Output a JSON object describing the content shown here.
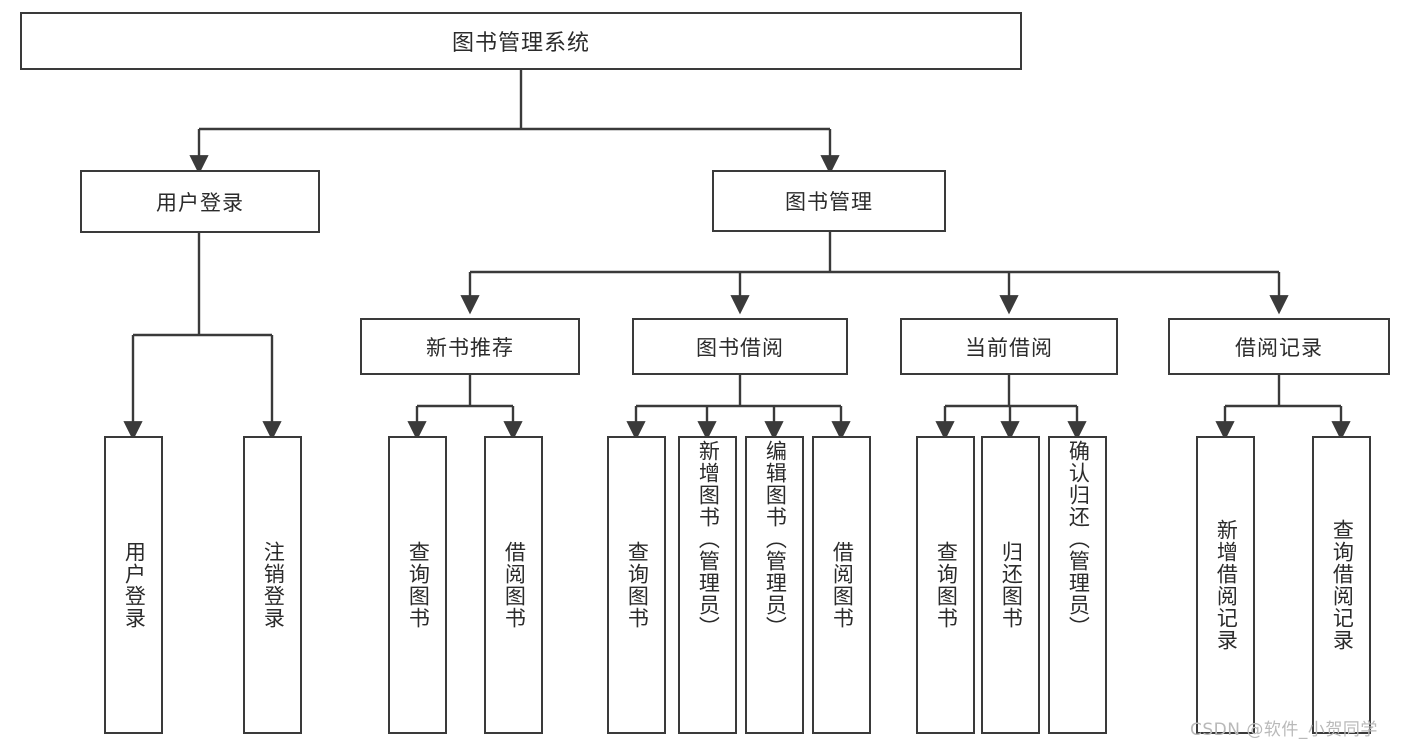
{
  "diagram": {
    "title": "图书管理系统",
    "type": "tree-hierarchy-diagram",
    "watermark": "CSDN @软件_小贺同学",
    "colors": {
      "stroke": "#3a3a3a",
      "text": "#2b2b2b",
      "background": "#ffffff",
      "watermark": "#b9b9b9"
    },
    "levels": {
      "level1": [
        "图书管理系统"
      ],
      "level2": [
        "用户登录",
        "图书管理"
      ],
      "level3": [
        "新书推荐",
        "图书借阅",
        "当前借阅",
        "借阅记录"
      ],
      "level4": [
        "用户登录",
        "注销登录",
        "查询图书",
        "借阅图书",
        "查询图书",
        "新增图书（管理员）",
        "编辑图书（管理员）",
        "借阅图书",
        "查询图书",
        "归还图书",
        "确认归还（管理员）",
        "新增借阅记录",
        "查询借阅记录"
      ]
    },
    "nodes": {
      "root": {
        "label": "图书管理系统"
      },
      "user_login": {
        "label": "用户登录"
      },
      "book_mgmt": {
        "label": "图书管理"
      },
      "new_book_rec": {
        "label": "新书推荐"
      },
      "book_borrow": {
        "label": "图书借阅"
      },
      "current_borrow": {
        "label": "当前借阅"
      },
      "borrow_record": {
        "label": "借阅记录"
      },
      "leaf_user_login": {
        "label": "用户登录"
      },
      "leaf_logout": {
        "label": "注销登录"
      },
      "leaf_query_book_1": {
        "label": "查询图书"
      },
      "leaf_borrow_book_1": {
        "label": "借阅图书"
      },
      "leaf_query_book_2": {
        "label": "查询图书"
      },
      "leaf_add_book": {
        "label": "新增图书（管理员）"
      },
      "leaf_edit_book": {
        "label": "编辑图书（管理员）"
      },
      "leaf_borrow_book_2": {
        "label": "借阅图书"
      },
      "leaf_query_book_3": {
        "label": "查询图书"
      },
      "leaf_return_book": {
        "label": "归还图书"
      },
      "leaf_confirm_return": {
        "label": "确认归还（管理员）"
      },
      "leaf_add_record": {
        "label": "新增借阅记录"
      },
      "leaf_query_record": {
        "label": "查询借阅记录"
      }
    },
    "edges": [
      {
        "from": "root",
        "to": "user_login"
      },
      {
        "from": "root",
        "to": "book_mgmt"
      },
      {
        "from": "user_login",
        "to": "leaf_user_login"
      },
      {
        "from": "user_login",
        "to": "leaf_logout"
      },
      {
        "from": "book_mgmt",
        "to": "new_book_rec"
      },
      {
        "from": "book_mgmt",
        "to": "book_borrow"
      },
      {
        "from": "book_mgmt",
        "to": "current_borrow"
      },
      {
        "from": "book_mgmt",
        "to": "borrow_record"
      },
      {
        "from": "new_book_rec",
        "to": "leaf_query_book_1"
      },
      {
        "from": "new_book_rec",
        "to": "leaf_borrow_book_1"
      },
      {
        "from": "book_borrow",
        "to": "leaf_query_book_2"
      },
      {
        "from": "book_borrow",
        "to": "leaf_add_book"
      },
      {
        "from": "book_borrow",
        "to": "leaf_edit_book"
      },
      {
        "from": "book_borrow",
        "to": "leaf_borrow_book_2"
      },
      {
        "from": "current_borrow",
        "to": "leaf_query_book_3"
      },
      {
        "from": "current_borrow",
        "to": "leaf_return_book"
      },
      {
        "from": "current_borrow",
        "to": "leaf_confirm_return"
      },
      {
        "from": "borrow_record",
        "to": "leaf_add_record"
      },
      {
        "from": "borrow_record",
        "to": "leaf_query_record"
      }
    ]
  }
}
